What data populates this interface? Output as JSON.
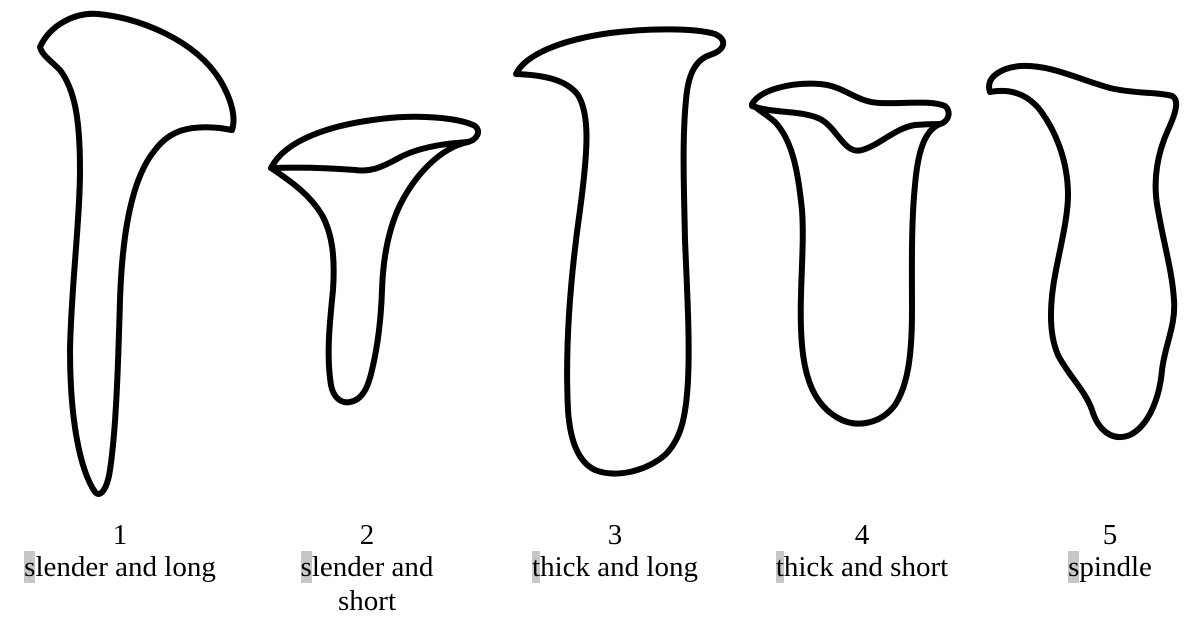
{
  "highlight_color": "#c7c7c7",
  "stroke_color": "#000000",
  "figures": [
    {
      "number": "1",
      "first_letter": "s",
      "rest": "lender and long",
      "rest_line2": ""
    },
    {
      "number": "2",
      "first_letter": "s",
      "rest": "lender and",
      "rest_line2": "short"
    },
    {
      "number": "3",
      "first_letter": "t",
      "rest": "hick and long",
      "rest_line2": ""
    },
    {
      "number": "4",
      "first_letter": "t",
      "rest": "hick and short",
      "rest_line2": ""
    },
    {
      "number": "5",
      "first_letter": "s",
      "rest": "pindle",
      "rest_line2": ""
    }
  ]
}
